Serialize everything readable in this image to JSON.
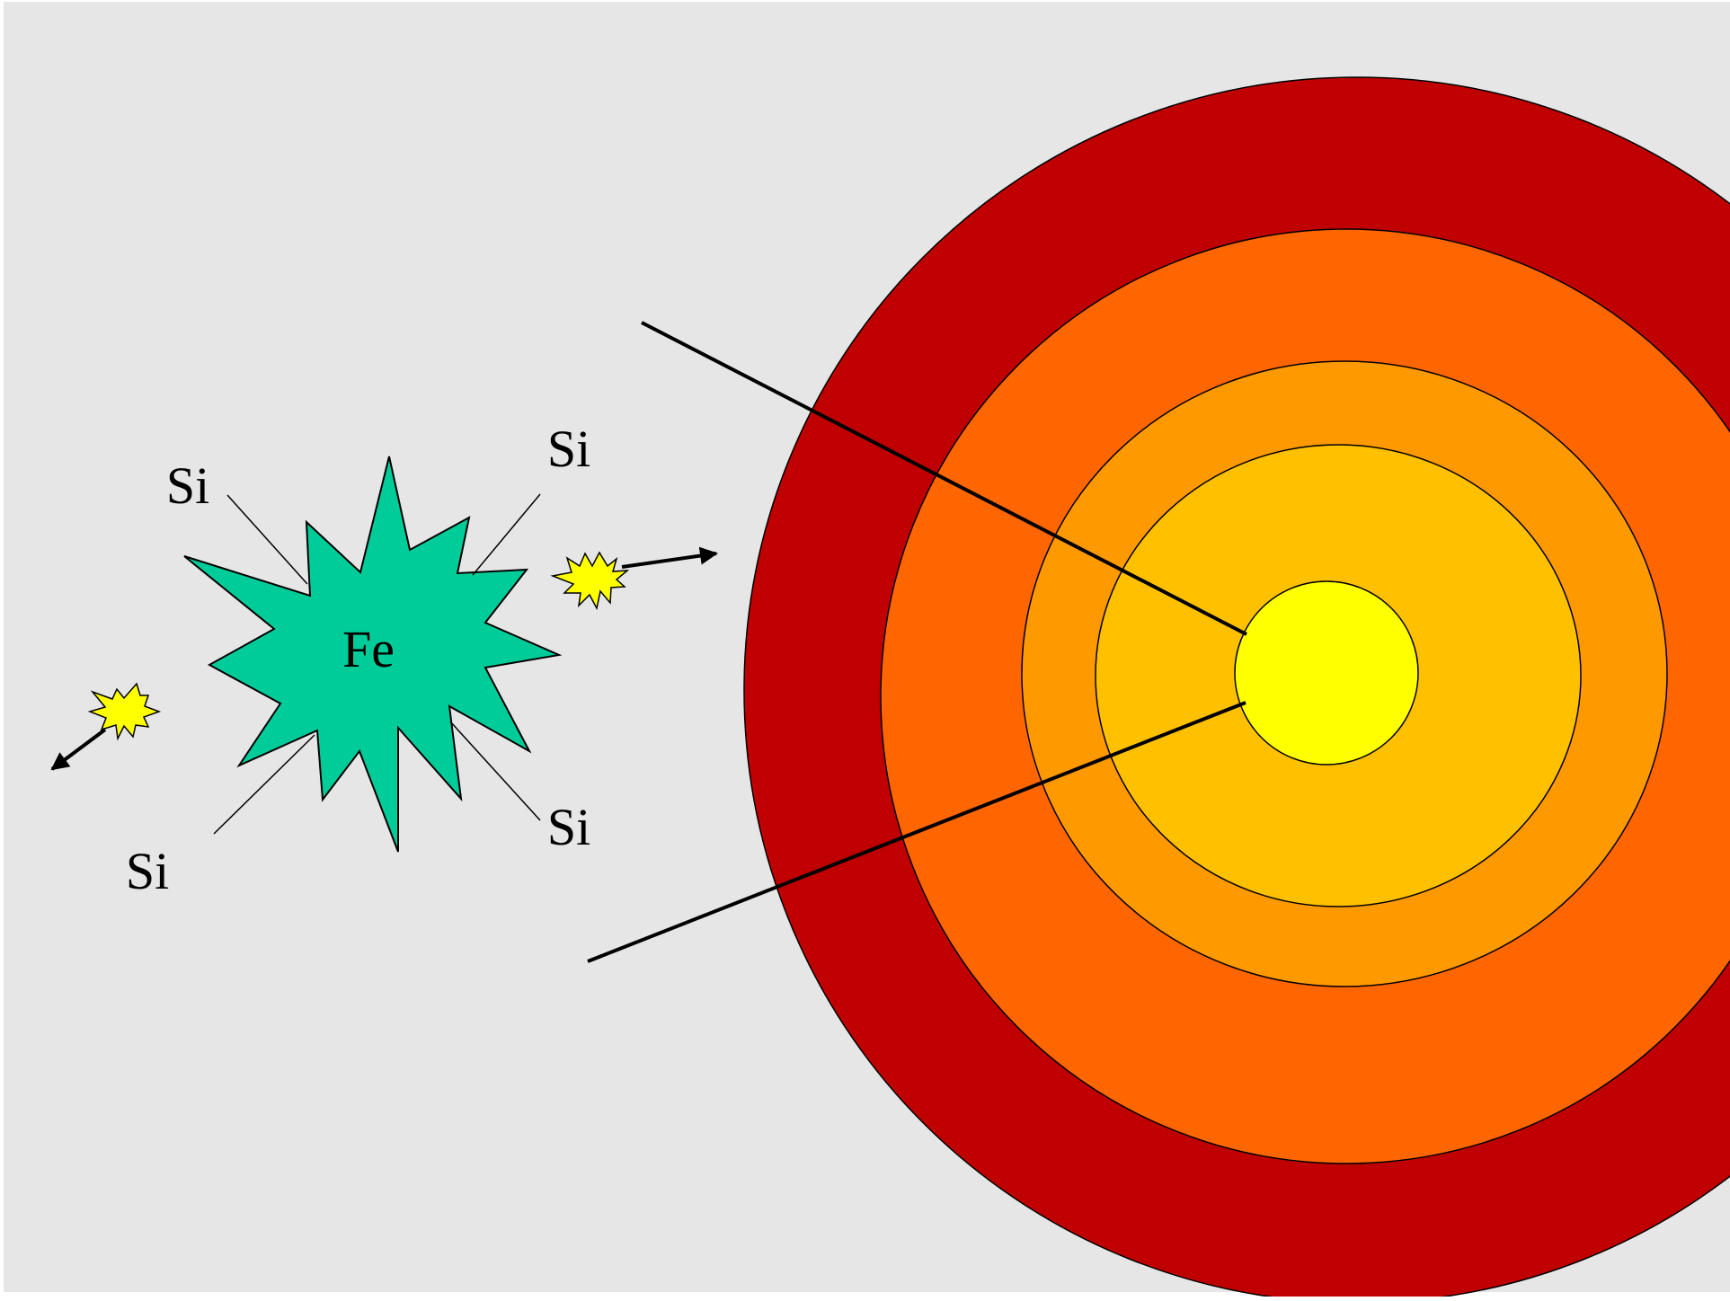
{
  "colors": {
    "background": "#e6e6e6",
    "outer_layer": "#c00000",
    "second_layer": "#ff6600",
    "third_layer": "#ff9900",
    "fourth_layer": "#ffc000",
    "core": "#ffff00",
    "fe_burst": "#00cc99",
    "small_burst": "#ffff00",
    "outline": "#000000"
  },
  "labels": {
    "fe": "Fe",
    "si_top_left": "Si",
    "si_top_right": "Si",
    "si_bottom_left": "Si",
    "si_bottom_right": "Si"
  },
  "icons": {
    "fe_burst": "starburst-icon",
    "small_burst": "starburst-icon",
    "arrow": "arrow-icon"
  }
}
